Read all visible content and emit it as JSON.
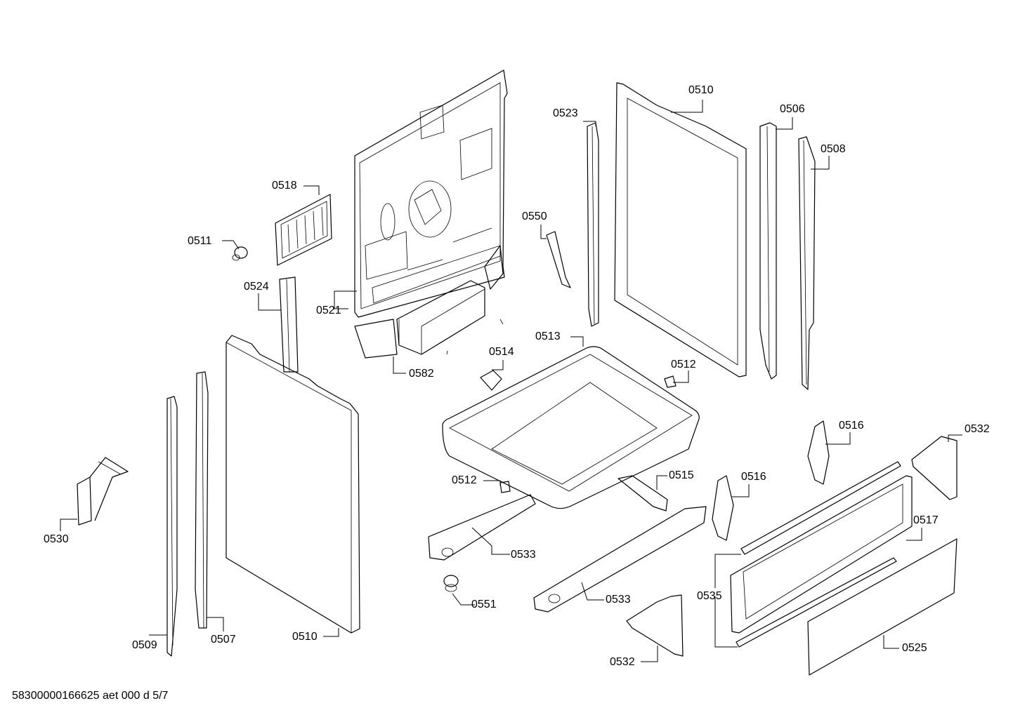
{
  "callouts": {
    "c0510_top": "0510",
    "c0523": "0523",
    "c0506": "0506",
    "c0508": "0508",
    "c0518": "0518",
    "c0550": "0550",
    "c0511": "0511",
    "c0524": "0524",
    "c0521": "0521",
    "c0513": "0513",
    "c0514": "0514",
    "c0512_right": "0512",
    "c0582": "0582",
    "c0516_a": "0516",
    "c0532_right": "0532",
    "c0512_left": "0512",
    "c0515": "0515",
    "c0516_b": "0516",
    "c0517": "0517",
    "c0530": "0530",
    "c0533_a": "0533",
    "c0535": "0535",
    "c0551": "0551",
    "c0533_b": "0533",
    "c0509": "0509",
    "c0507": "0507",
    "c0510_bottom": "0510",
    "c0525": "0525",
    "c0532_bottom": "0532"
  },
  "footer": "58300000166625 aet 000 d 5/7"
}
